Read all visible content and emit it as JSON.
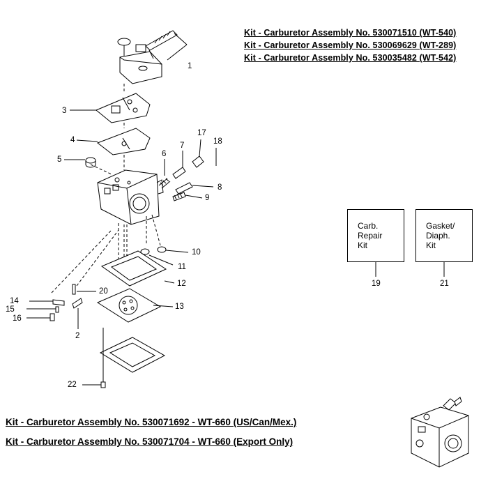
{
  "kits_top": [
    "Kit - Carburetor Assembly No. 530071510 (WT-540)",
    "Kit - Carburetor Assembly No. 530069629 (WT-289)",
    "Kit - Carburetor Assembly No. 530035482 (WT-542)"
  ],
  "kits_bottom": [
    "Kit - Carburetor Assembly No. 530071692 - WT-660 (US/Can/Mex.)",
    "Kit - Carburetor Assembly No. 530071704 - WT-660 (Export Only)"
  ],
  "kit_boxes": [
    {
      "lines": [
        "Carb.",
        "Repair",
        "Kit"
      ],
      "number": "19"
    },
    {
      "lines": [
        "Gasket/",
        "Diaph.",
        "Kit"
      ],
      "number": "21"
    }
  ],
  "callouts": [
    "1",
    "2",
    "3",
    "4",
    "5",
    "6",
    "7",
    "8",
    "9",
    "10",
    "11",
    "12",
    "13",
    "14",
    "15",
    "16",
    "17",
    "18",
    "20",
    "22"
  ]
}
